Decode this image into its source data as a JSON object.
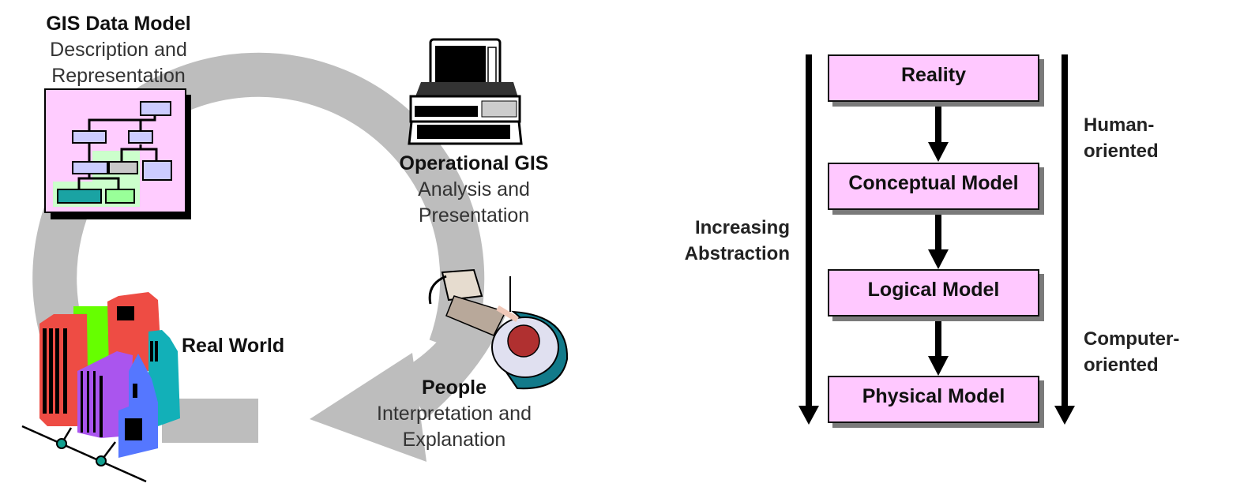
{
  "left_panel": {
    "cycle_stages": [
      {
        "id": "gis-data-model",
        "title": "GIS Data Model",
        "subtitle_lines": [
          "Description and",
          "Representation"
        ],
        "icon": "data-model-diagram-icon"
      },
      {
        "id": "operational-gis",
        "title": "Operational GIS",
        "subtitle_lines": [
          "Analysis and",
          "Presentation"
        ],
        "icon": "desktop-computer-icon"
      },
      {
        "id": "people",
        "title": "People",
        "subtitle_lines": [
          "Interpretation and",
          "Explanation"
        ],
        "icon": "person-at-desk-icon"
      },
      {
        "id": "real-world",
        "title": "Real World",
        "subtitle_lines": [],
        "icon": "city-buildings-icon"
      }
    ],
    "cycle_arrow_color": "#bdbdbd"
  },
  "right_panel": {
    "levels": [
      "Reality",
      "Conceptual Model",
      "Logical Model",
      "Physical Model"
    ],
    "left_axis_label_lines": [
      "Increasing",
      "Abstraction"
    ],
    "right_top_label_lines": [
      "Human-",
      "oriented"
    ],
    "right_bottom_label_lines": [
      "Computer-",
      "oriented"
    ],
    "box_fill": "#ffc8ff"
  }
}
